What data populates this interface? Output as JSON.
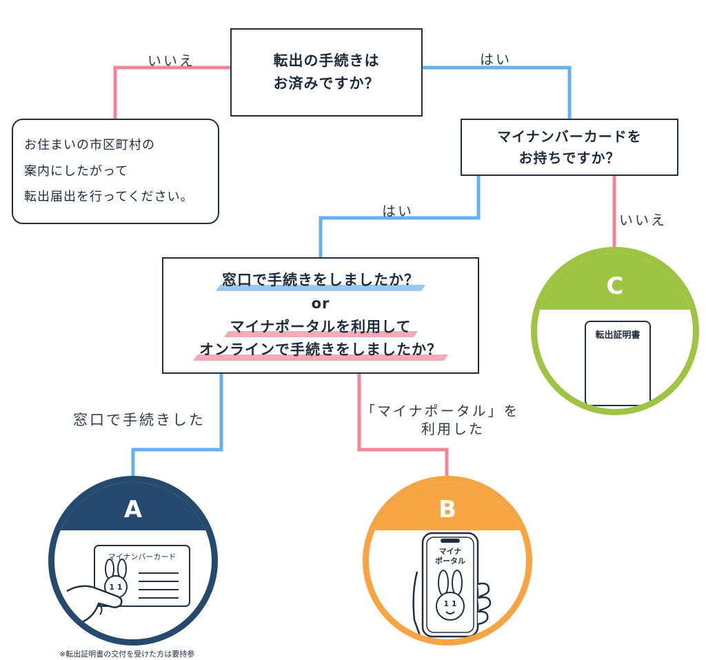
{
  "colors": {
    "yes_line": "#63b1ee",
    "no_line": "#ef8798",
    "box_border": "#1f2f42",
    "circle_a": "#264a6e",
    "circle_b": "#f7a443",
    "circle_c": "#9fc443"
  },
  "q1": {
    "line1": "転出の手続きは",
    "line2": "お済みですか？"
  },
  "q1_no_label": "いいえ",
  "q1_yes_label": "はい",
  "info": {
    "line1": "お住まいの市区町村の",
    "line2": "案内にしたがって",
    "line3": "転出届出を行ってください。"
  },
  "q2": {
    "line1": "マイナンバーカードを",
    "line2": "お持ちですか？"
  },
  "q2_yes_label": "はい",
  "q2_no_label": "いいえ",
  "q3": {
    "line1": "窓口で手続きをしましたか？",
    "line2": "or",
    "line3": "マイナポータルを利用して",
    "line4": "オンラインで手続きをしましたか？"
  },
  "branch_a_label": "窓口で手続きした",
  "branch_b_label": {
    "line1": "「マイナポータル」を",
    "line2": "利用した"
  },
  "result_a": {
    "letter": "A",
    "card_title": "マイナンバーカード",
    "mascot_text": "1 1",
    "icon": "hand-holding-card-icon"
  },
  "result_b": {
    "letter": "B",
    "phone_text_1": "マイナ",
    "phone_text_2": "ポータル",
    "mascot_text": "1 1",
    "icon": "hand-holding-phone-icon"
  },
  "result_c": {
    "letter": "C",
    "doc_title": "転出証明書",
    "icon": "certificate-icon"
  },
  "footnote": "※転出証明書の交付を受けた方は要持参"
}
